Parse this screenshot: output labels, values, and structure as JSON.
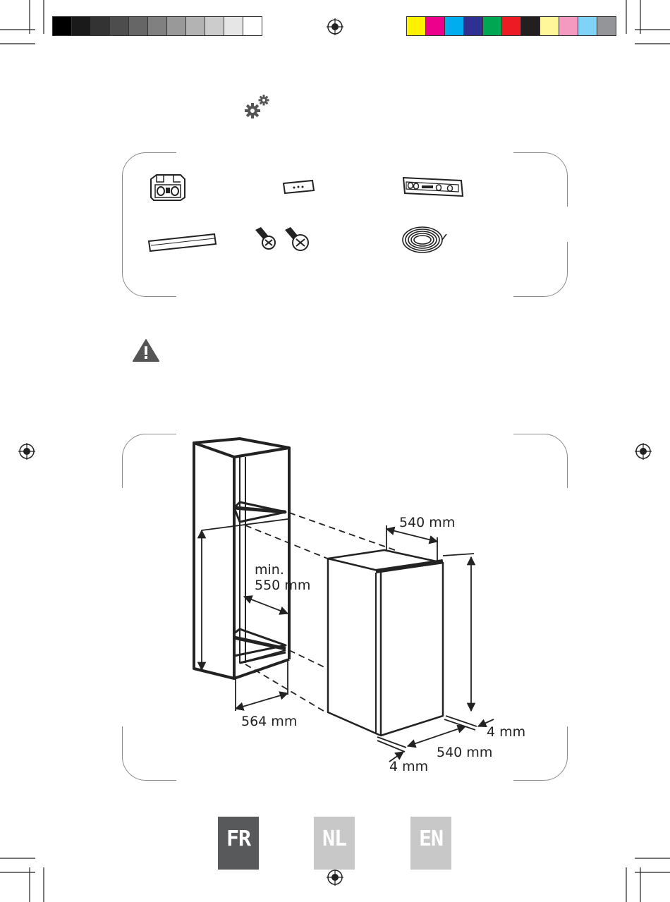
{
  "calibration_bars": {
    "grayscale": [
      "#000000",
      "#1a1a1a",
      "#333333",
      "#4d4d4d",
      "#666666",
      "#808080",
      "#999999",
      "#b3b3b3",
      "#cccccc",
      "#e6e6e6",
      "#ffffff"
    ],
    "colors": [
      "#fff200",
      "#ec008c",
      "#00aeef",
      "#2e3192",
      "#00a651",
      "#ed1c24",
      "#231f20",
      "#fff799",
      "#f49ac1",
      "#7fd3f7",
      "#939598"
    ]
  },
  "icons": {
    "settings": "gears-icon",
    "warning": "warning-triangle-icon",
    "registration": "registration-mark-icon"
  },
  "installation_diagram": {
    "dim_top_depth": "540 mm",
    "dim_min_label": "min.",
    "dim_min_value": "550 mm",
    "dim_cabinet_width": "564 mm",
    "dim_gap_right": "4 mm",
    "dim_appliance_width": "540 mm",
    "dim_gap_bottom": "4 mm"
  },
  "languages": [
    {
      "code": "FR",
      "color": "#58595b",
      "active": true
    },
    {
      "code": "NL",
      "color": "#c8c8c8",
      "active": false
    },
    {
      "code": "EN",
      "color": "#c8c8c8",
      "active": false
    }
  ]
}
